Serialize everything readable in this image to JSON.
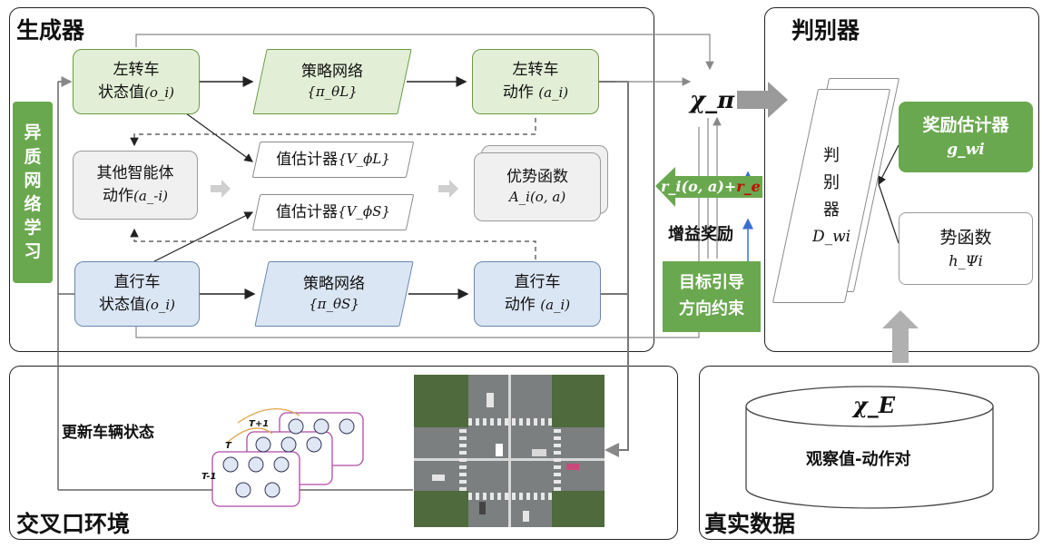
{
  "generator": {
    "title": "生成器",
    "left_vertical": [
      "异",
      "质",
      "网",
      "络",
      "学",
      "习"
    ],
    "left_state": {
      "line1": "左转车",
      "line2": "状态值",
      "math": "(o_i)"
    },
    "left_policy": {
      "line1": "策略网络",
      "math": "{π_θL}"
    },
    "left_action": {
      "line1": "左转车",
      "line2": "动作",
      "math": "(a_i)"
    },
    "other_agents": {
      "line1": "其他智能体",
      "line2": "动作",
      "math": "(a_-i)"
    },
    "value_L": {
      "text": "值估计器",
      "math": "{V_ϕL}"
    },
    "value_S": {
      "text": "值估计器",
      "math": "{V_ϕS}"
    },
    "advantage": {
      "line1": "优势函数",
      "math": "A_i(o, a)"
    },
    "straight_state": {
      "line1": "直行车",
      "line2": "状态值",
      "math": "(o_i)"
    },
    "straight_policy": {
      "line1": "策略网络",
      "math": "{π_θS}"
    },
    "straight_action": {
      "line1": "直行车",
      "line2": "动作",
      "math": "(a_i)"
    }
  },
  "middle": {
    "chi_pi": "χ_π",
    "reward_arrow": "r_i(o, a)+r_e",
    "gain_reward": "增益奖励",
    "goal_constraint": [
      "目标引导",
      "方向约束"
    ]
  },
  "discriminator": {
    "title": "判别器",
    "main_box": [
      "判",
      "别",
      "器"
    ],
    "main_math": "D_wi",
    "reward_estimator": {
      "title": "奖励估计器",
      "math": "g_wi"
    },
    "potential": {
      "title": "势函数",
      "math": "h_Ψi"
    }
  },
  "environment": {
    "title": "交叉口环境",
    "update_label": "更新车辆状态",
    "graph_labels": [
      "T+1",
      "T",
      "T-1"
    ]
  },
  "real_data": {
    "title": "真实数据",
    "chi_e": "χ_E",
    "cylinder_label": "观察值-动作对"
  },
  "colors": {
    "green_accent": "#6aa84f",
    "green_light": "#e2efd6",
    "blue_light": "#dbe6f4",
    "gray_box": "#f0f0f0",
    "reward_red": "#cc0000"
  }
}
